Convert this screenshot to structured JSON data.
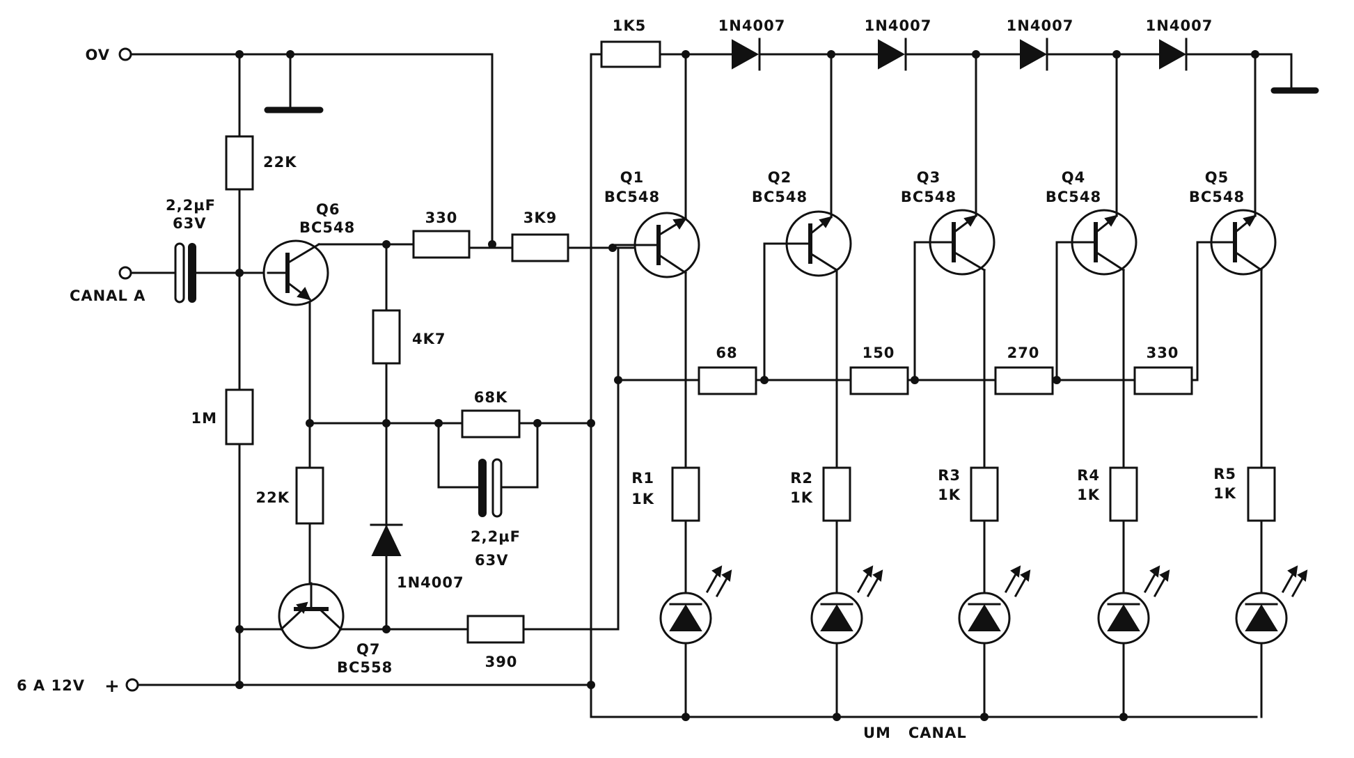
{
  "terminals": {
    "ov": "OV",
    "canal_a": "CANAL A",
    "supply": "6 A 12V",
    "supply_sign": "+"
  },
  "components": {
    "r_22k_top": "22K",
    "r_1m": "1M",
    "c_input_value": "2,2µF",
    "c_input_voltage": "63V",
    "q6_name": "Q6",
    "q6_type": "BC548",
    "r_330_base": "330",
    "r_3k9": "3K9",
    "r_4k7": "4K7",
    "r_68k": "68K",
    "c_fb_value": "2,2µF",
    "c_fb_voltage": "63V",
    "r_22k_low": "22K",
    "d_1n4007_mid": "1N4007",
    "q7_name": "Q7",
    "q7_type": "BC558",
    "r_390": "390",
    "r_1k5": "1K5",
    "d_top_1": "1N4007",
    "d_top_2": "1N4007",
    "d_top_3": "1N4007",
    "d_top_4": "1N4007",
    "q1_name": "Q1",
    "q1_type": "BC548",
    "q2_name": "Q2",
    "q2_type": "BC548",
    "q3_name": "Q3",
    "q3_type": "BC548",
    "q4_name": "Q4",
    "q4_type": "BC548",
    "q5_name": "Q5",
    "q5_type": "BC548",
    "r_68": "68",
    "r_150": "150",
    "r_270": "270",
    "r_330_ladder": "330",
    "r1_name": "R1",
    "r1_value": "1K",
    "r2_name": "R2",
    "r2_value": "1K",
    "r3_name": "R3",
    "r3_value": "1K",
    "r4_name": "R4",
    "r4_value": "1K",
    "r5_name": "R5",
    "r5_value": "1K"
  },
  "caption": "UM   CANAL"
}
